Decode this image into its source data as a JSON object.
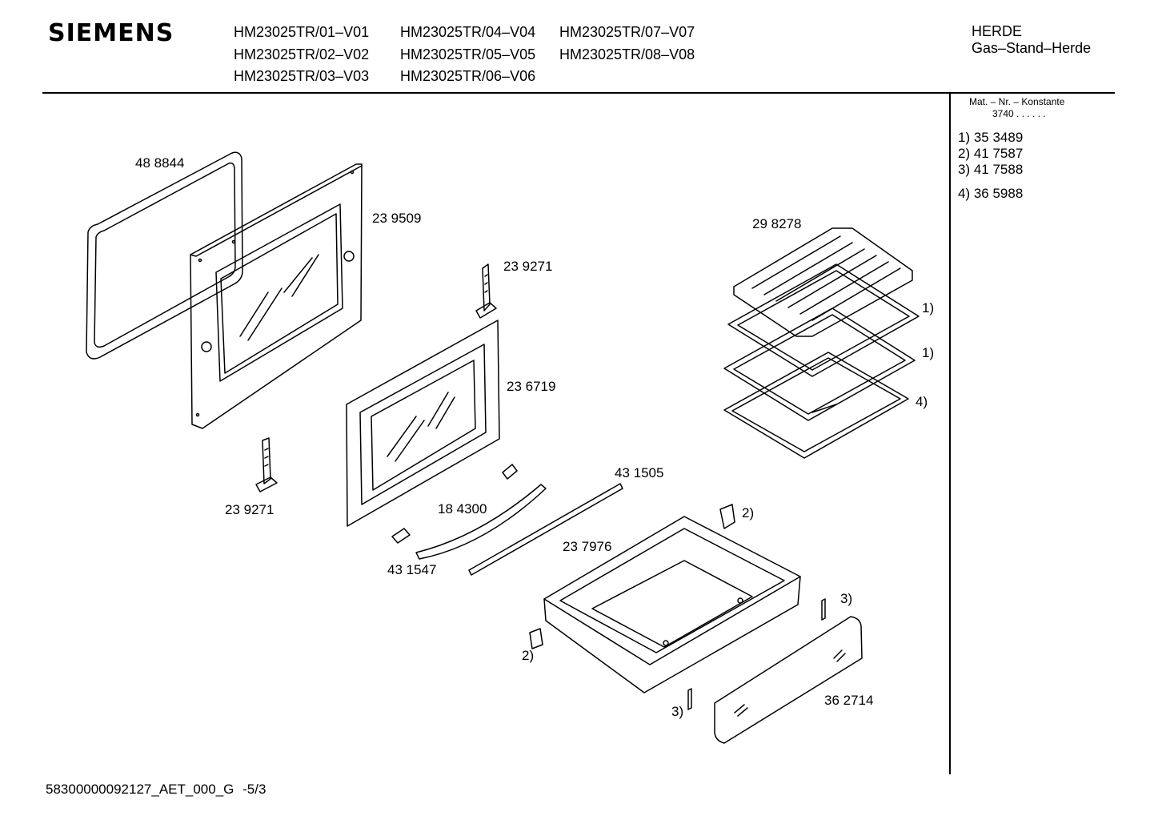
{
  "header": {
    "brand": "SIEMENS",
    "models": [
      "HM23025TR/01–V01",
      "HM23025TR/02–V02",
      "HM23025TR/03–V03",
      "HM23025TR/04–V04",
      "HM23025TR/05–V05",
      "HM23025TR/06–V06",
      "HM23025TR/07–V07",
      "HM23025TR/08–V08"
    ],
    "category_line1": "HERDE",
    "category_line2": "Gas–Stand–Herde"
  },
  "sidebar": {
    "mat_label": "Mat. – Nr. – Konstante",
    "constant": "3740 . .  . . . .",
    "variants": [
      "1) 35 3489",
      "2) 41 7587",
      "3) 41 7588",
      "4) 36 5988"
    ]
  },
  "parts": {
    "seal": "48 8844",
    "inner_door": "23 9509",
    "hinge_top": "23 9271",
    "hinge_bottom": "23 9271",
    "outer_door": "23 6719",
    "grill_rack": "29 8278",
    "ref_1a": "1)",
    "ref_1b": "1)",
    "ref_4": "4)",
    "strip": "43 1505",
    "handle": "18 4300",
    "handle_end": "43 1547",
    "drawer": "23 7976",
    "ref_2a": "2)",
    "ref_2b": "2)",
    "ref_3a": "3)",
    "ref_3b": "3)",
    "drawer_front": "36 2714"
  },
  "footer": {
    "doc_id": "58300000092127_AET_000_G",
    "page": "-5/3"
  }
}
